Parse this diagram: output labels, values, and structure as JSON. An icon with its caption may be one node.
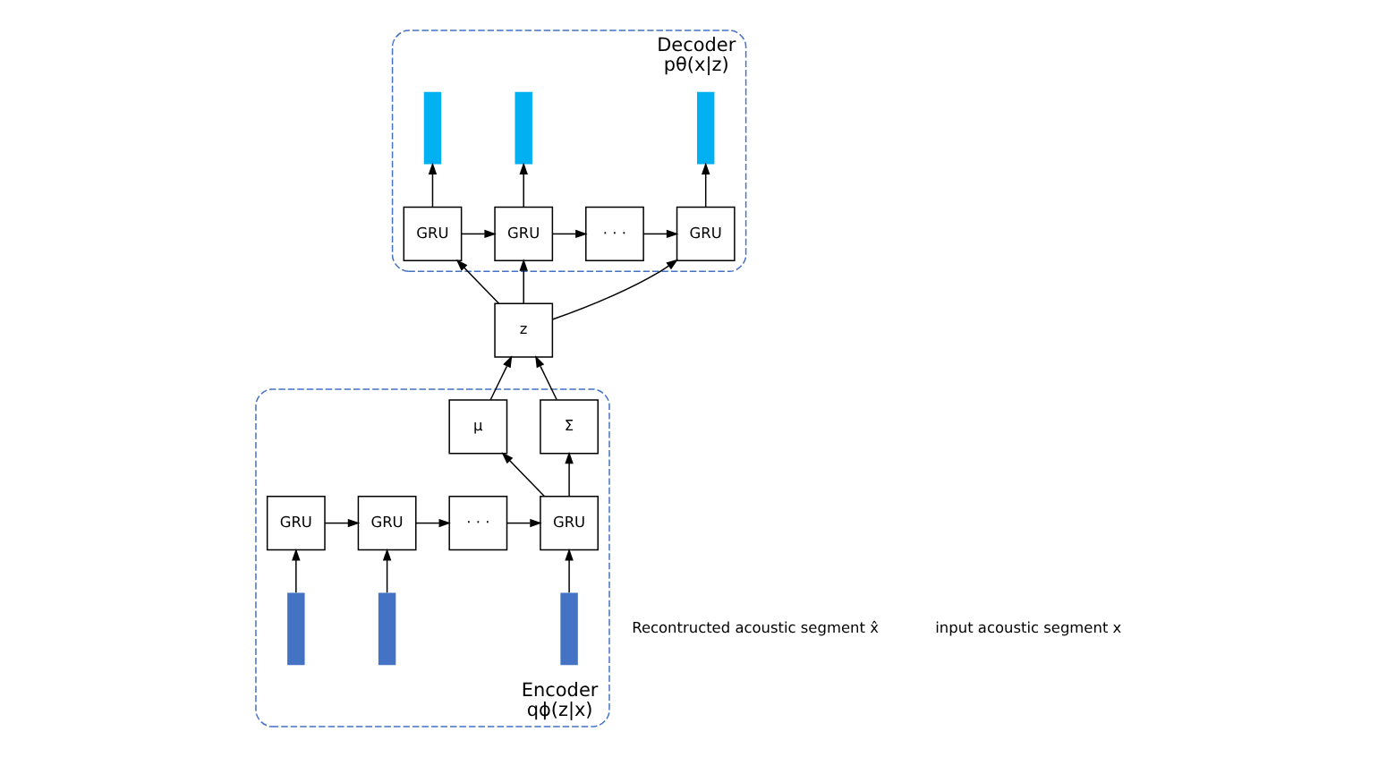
{
  "diagram": {
    "nodes": [
      {
        "text": [
          "Encoder",
          "qϕ(z|x)"
        ]
      },
      {
        "text": [
          "GRU"
        ],
        "in": 0
      },
      {
        "text": [
          "GRU"
        ],
        "in": 0
      },
      {
        "text": [
          "· · ·"
        ],
        "in": 0
      },
      {
        "text": [
          "GRU"
        ],
        "in": 0
      },
      {
        "text": [
          "μ"
        ],
        "in": 0
      },
      {
        "text": [
          "Σ"
        ],
        "in": 0
      },
      {
        "text": [],
        "shape": "bar",
        "in": 0
      },
      {
        "text": [],
        "shape": "bar",
        "in": 0
      },
      {
        "text": [],
        "shape": "bar",
        "in": 0
      },
      {
        "text": [
          "z"
        ]
      },
      {
        "text": [
          "Decoder",
          "pθ(x|z)"
        ]
      },
      {
        "text": [],
        "shape": "bar",
        "in": 11
      },
      {
        "text": [],
        "shape": "bar",
        "in": 11
      },
      {
        "text": [],
        "shape": "bar",
        "in": 11
      },
      {
        "text": [
          "GRU"
        ],
        "in": 11
      },
      {
        "text": [
          "GRU"
        ],
        "in": 11
      },
      {
        "text": [
          "· · ·"
        ],
        "in": 11
      },
      {
        "text": [
          "GRU"
        ],
        "in": 11
      }
    ],
    "edges": [
      {
        "from": 7,
        "to": 1,
        "arrow": "to"
      },
      {
        "from": 8,
        "to": 2,
        "arrow": "to"
      },
      {
        "from": 9,
        "to": 4,
        "arrow": "to"
      },
      {
        "from": 1,
        "to": 2,
        "arrow": "to"
      },
      {
        "from": 2,
        "to": 3,
        "arrow": "to"
      },
      {
        "from": 3,
        "to": 4,
        "arrow": "to"
      },
      {
        "from": 4,
        "to": 5,
        "arrow": "to"
      },
      {
        "from": 4,
        "to": 6,
        "arrow": "to"
      },
      {
        "from": 5,
        "to": 10,
        "arrow": "to"
      },
      {
        "from": 6,
        "to": 10,
        "arrow": "to"
      },
      {
        "from": 10,
        "to": 15,
        "arrow": "to"
      },
      {
        "from": 10,
        "to": 16,
        "arrow": "to"
      },
      {
        "from": 10,
        "to": 18,
        "arrow": "to"
      },
      {
        "from": 15,
        "to": 12,
        "arrow": "to"
      },
      {
        "from": 16,
        "to": 13,
        "arrow": "to"
      },
      {
        "from": 18,
        "to": 14,
        "arrow": "to"
      },
      {
        "from": 15,
        "to": 16,
        "arrow": "to"
      },
      {
        "from": 16,
        "to": 17,
        "arrow": "to"
      },
      {
        "from": 17,
        "to": 18,
        "arrow": "to"
      }
    ],
    "labels": [
      "Recontructed acoustic segment x̂",
      "input acoustic segment x"
    ]
  }
}
